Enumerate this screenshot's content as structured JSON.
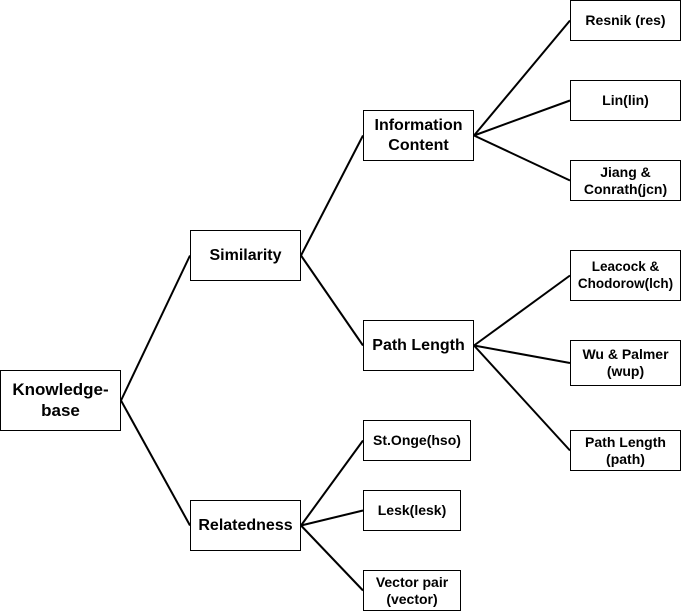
{
  "diagram": {
    "root": "Knowledge-\nbase",
    "level1": {
      "similarity": "Similarity",
      "relatedness": "Relatedness"
    },
    "level2": {
      "information_content": "Information\nContent",
      "path_length": "Path Length",
      "st_onge": "St.Onge(hso)",
      "lesk": "Lesk(lesk)",
      "vector_pair": "Vector pair\n(vector)"
    },
    "level3": {
      "resnik": "Resnik (res)",
      "lin": "Lin(lin)",
      "jiang_conrath": "Jiang &\nConrath(jcn)",
      "leacock_chodorow": "Leacock &\nChodorow(lch)",
      "wu_palmer": "Wu & Palmer\n(wup)",
      "path": "Path Length\n(path)"
    },
    "edges": [
      [
        "root",
        "similarity"
      ],
      [
        "root",
        "relatedness"
      ],
      [
        "similarity",
        "information_content"
      ],
      [
        "similarity",
        "path_length"
      ],
      [
        "information_content",
        "resnik"
      ],
      [
        "information_content",
        "lin"
      ],
      [
        "information_content",
        "jiang_conrath"
      ],
      [
        "path_length",
        "leacock_chodorow"
      ],
      [
        "path_length",
        "wu_palmer"
      ],
      [
        "path_length",
        "path"
      ],
      [
        "relatedness",
        "st_onge"
      ],
      [
        "relatedness",
        "lesk"
      ],
      [
        "relatedness",
        "vector_pair"
      ]
    ],
    "colors": {
      "stroke": "#000000",
      "fill": "#ffffff"
    }
  }
}
